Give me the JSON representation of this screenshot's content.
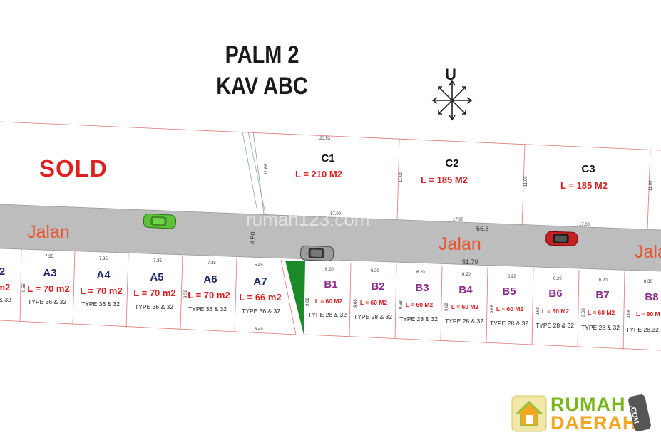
{
  "title": {
    "line1": "PALM 2",
    "line2": "KAV ABC"
  },
  "compass": {
    "label": "U",
    "icon": "compass-rose-icon"
  },
  "sold_label": "SOLD",
  "road_labels": [
    "Jalan",
    "Jalan",
    "Jala"
  ],
  "watermark": "rumah123.com",
  "dimensions": {
    "c_top": "20.53",
    "c1_side": "11.66",
    "c2_side": "11.00",
    "c3_side": "11.00",
    "c4_side": "11.00",
    "c1_bottom": "17.00",
    "c2_bottom": "17.00",
    "c3_bottom": "17.00",
    "road_top": "56.8",
    "road_bottom": "51.70",
    "road_width": "6.50",
    "a_front_1": "7.35",
    "a_front_2": "7.35",
    "a_front_3": "7.35",
    "a_front_4": "7.35",
    "a_front_5": "5.45",
    "a_side": "9.56",
    "a_side_2": "9.56",
    "a_bottom": "8.49",
    "b_front": "6.20",
    "b_side": "9.68",
    "b_front_last": "8.30"
  },
  "lots_c": [
    {
      "id": "C1",
      "area": "L = 210 M2"
    },
    {
      "id": "C2",
      "area": "L = 185 M2"
    },
    {
      "id": "C3",
      "area": "L = 185 M2"
    }
  ],
  "lots_a": [
    {
      "id": "2",
      "area": "m2",
      "type": "& 32"
    },
    {
      "id": "A3",
      "area": "L = 70 m2",
      "type": ""
    },
    {
      "id": "A4",
      "area": "L = 70 m2",
      "type": "TYPE 36 & 32"
    },
    {
      "id": "A5",
      "area": "L = 70 m2",
      "type": "TYPE 36 & 32"
    },
    {
      "id": "A6",
      "area": "L = 70 m2",
      "type": "TYPE 36 & 32"
    },
    {
      "id": "A7",
      "area": "L = 66 m2",
      "type": "TYPE 36 & 32"
    }
  ],
  "lot_a3_type": "TYPE 36 & 32",
  "lots_b": [
    {
      "id": "B1",
      "area": "L = 60 M2",
      "type": "TYPE 28 & 32"
    },
    {
      "id": "B2",
      "area": "L = 60 M2",
      "type": "TYPE 28 & 32"
    },
    {
      "id": "B3",
      "area": "L = 60 M2",
      "type": "TYPE 28 & 32"
    },
    {
      "id": "B4",
      "area": "L = 60 M2",
      "type": "TYPE 28 & 32"
    },
    {
      "id": "B5",
      "area": "L = 60 M2",
      "type": "TYPE 28 & 32"
    },
    {
      "id": "B6",
      "area": "L = 60 M2",
      "type": "TYPE 28 & 32"
    },
    {
      "id": "B7",
      "area": "L = 60 M2",
      "type": "TYPE 28 & 32"
    },
    {
      "id": "B8",
      "area": "L = 80 M",
      "type": "TYPE 28,32,"
    }
  ],
  "logo": {
    "line1": "RUMAH",
    "line2": "DAERAH",
    "badge": ".COM",
    "icon": "house-icon"
  },
  "colors": {
    "road": "#bdbdbd",
    "road_edge": "#888888",
    "lot_line": "#cc5555",
    "lot_id_a": "#1f2a6e",
    "lot_id_b": "#8a2c8a",
    "area_red": "#d62020",
    "green_wedge": "#1d8a2a",
    "car_green": "#5cc23a",
    "car_grey": "#9a9a9a",
    "car_red": "#c82020",
    "logo_green": "#7ab51d",
    "logo_orange": "#f5a623"
  }
}
